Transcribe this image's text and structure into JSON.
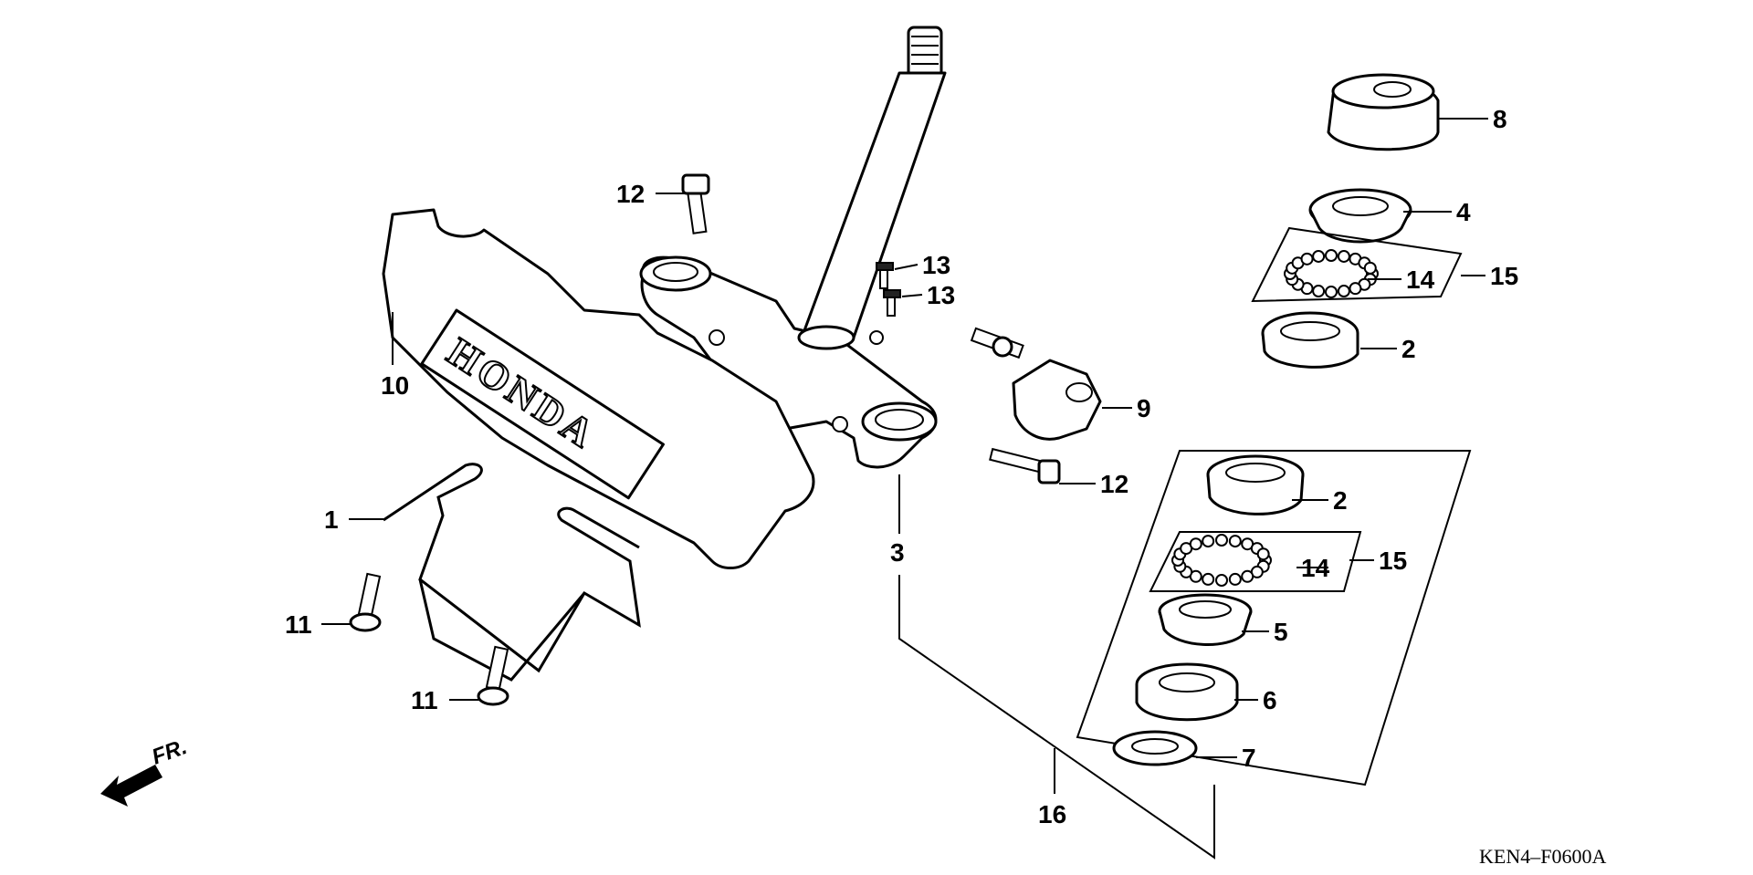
{
  "diagram": {
    "figure_code": "KEN4–F0600A",
    "direction_label": "FR.",
    "brand_text": "HONDA",
    "callouts": {
      "c1": "1",
      "c2_top": "2",
      "c2_bottom": "2",
      "c3": "3",
      "c4": "4",
      "c5": "5",
      "c6": "6",
      "c7": "7",
      "c8": "8",
      "c9": "9",
      "c10": "10",
      "c11_top": "11",
      "c11_bottom": "11",
      "c12_top": "12",
      "c12_bottom": "12",
      "c13_top": "13",
      "c13_bottom": "13",
      "c14_top": "14",
      "c14_bottom": "14",
      "c15_top": "15",
      "c15_bottom": "15",
      "c16": "16"
    },
    "colors": {
      "line": "#000000",
      "background": "#ffffff"
    }
  }
}
